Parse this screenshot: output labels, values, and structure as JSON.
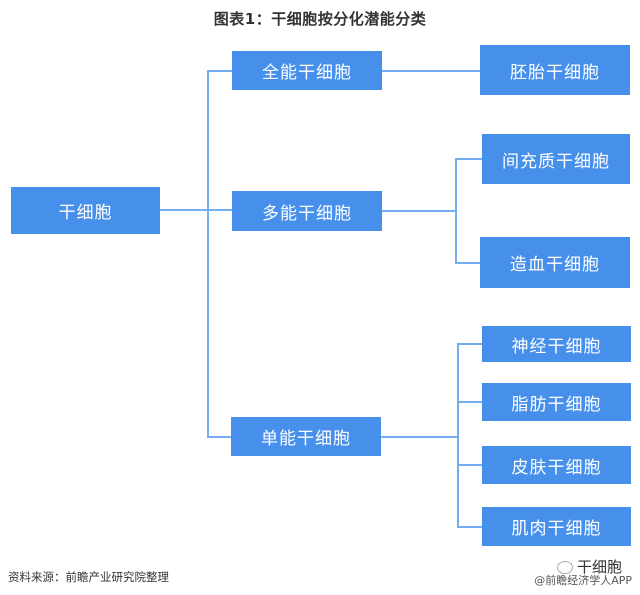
{
  "title": "图表1：干细胞按分化潜能分类",
  "tree": {
    "root": "干细胞",
    "level1": [
      {
        "label": "全能干细胞",
        "children": [
          "胚胎干细胞"
        ]
      },
      {
        "label": "多能干细胞",
        "children": [
          "间充质干细胞",
          "造血干细胞"
        ]
      },
      {
        "label": "单能干细胞",
        "children": [
          "神经干细胞",
          "脂肪干细胞",
          "皮肤干细胞",
          "肌肉干细胞"
        ]
      }
    ]
  },
  "colors": {
    "box": "#468fea",
    "line": "#74aef0",
    "text": "#ffffff"
  },
  "footer": {
    "source": "资料来源：前瞻产业研究院整理",
    "watermark_account": "干细胞",
    "watermark_app": "@前瞻经济学人APP"
  }
}
